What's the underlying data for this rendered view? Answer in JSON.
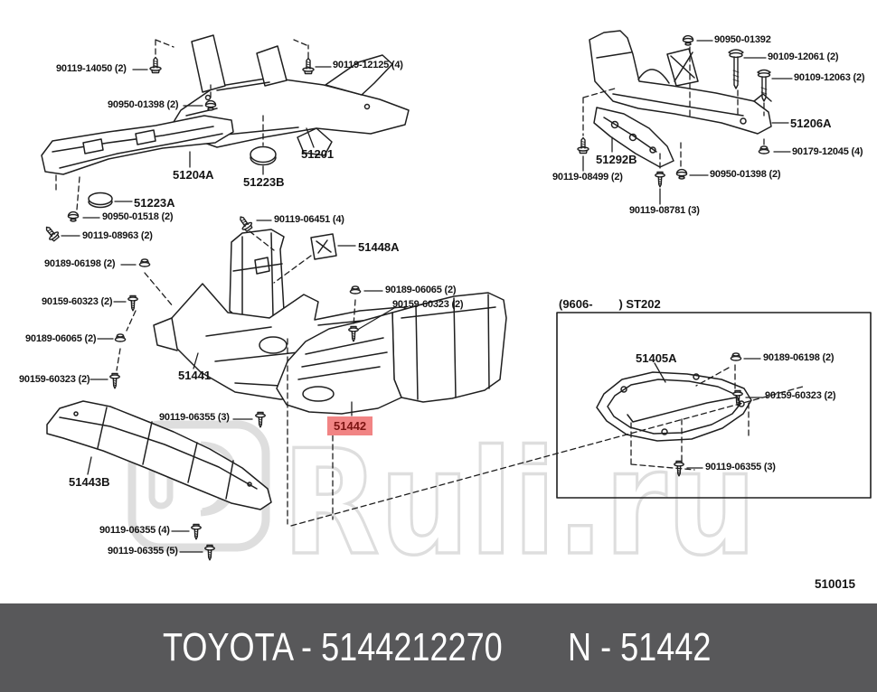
{
  "watermark": {
    "text": "Ruli.ru"
  },
  "footer": {
    "left": "TOYOTA - 5144212270",
    "right": "N - 51442"
  },
  "corner_code": "510015",
  "inset": {
    "caption": "(9606-        ) ST202"
  },
  "highlight": {
    "text": "51442"
  },
  "colors": {
    "highlight_bg": "#f18484",
    "highlight_fg": "#7c1412",
    "footer_bg": "#58585a",
    "line": "#1f1f1f",
    "watermark": "#dedede"
  },
  "labels": {
    "l14050": "90119-14050 (2)",
    "l01398a": "90950-01398 (2)",
    "l51204A": "51204A",
    "l51223A": "51223A",
    "l01518": "90950-01518 (2)",
    "l08963": "90119-08963 (2)",
    "l06198a": "90189-06198 (2)",
    "l60323a": "90159-60323 (2)",
    "l06065a": "90189-06065 (2)",
    "l60323b": "90159-60323 (2)",
    "l51441": "51441",
    "l06355_3a": "90119-06355 (3)",
    "l51443B": "51443B",
    "l06355_4": "90119-06355 (4)",
    "l06355_5": "90119-06355 (5)",
    "l12125": "90119-12125 (4)",
    "l51201": "51201",
    "l51223B": "51223B",
    "l06451": "90119-06451 (4)",
    "l51448A": "51448A",
    "l06065b": "90189-06065 (2)",
    "l60323c": "90159-60323 (2)",
    "l01392": "90950-01392",
    "l12061": "90109-12061 (2)",
    "l12063": "90109-12063 (2)",
    "l51206A": "51206A",
    "l12045": "90179-12045 (4)",
    "l51292B": "51292B",
    "l08499": "90119-08499 (2)",
    "l01398b": "90950-01398 (2)",
    "l08781": "90119-08781 (3)",
    "l51405A": "51405A",
    "l06198b": "90189-06198 (2)",
    "l60323d": "90159-60323 (2)",
    "l06355_3b": "90119-06355 (3)"
  }
}
